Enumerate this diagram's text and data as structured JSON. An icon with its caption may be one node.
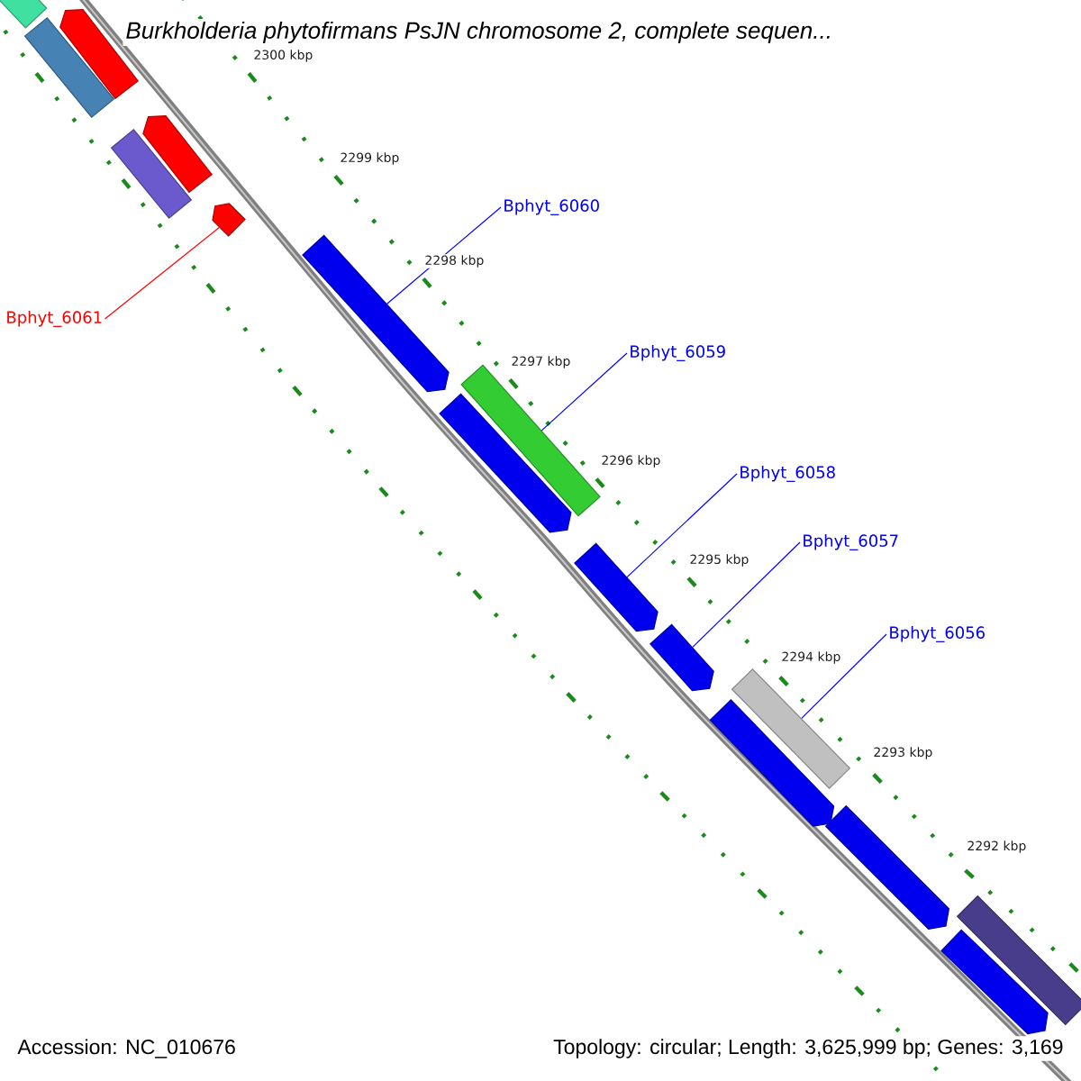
{
  "diagram": {
    "title": "Burkholderia phytofirmans PsJN chromosome 2, complete sequen...",
    "nodes": [
      {
        "text": [
          "Bphyt_6061"
        ]
      },
      {
        "text": [],
        "shape": "arrow"
      },
      {
        "text": [
          "Bphyt_6060"
        ]
      },
      {
        "text": [],
        "shape": "arrow"
      },
      {
        "text": [
          "Bphyt_6059"
        ]
      },
      {
        "text": [],
        "shape": "bar"
      },
      {
        "text": [
          "Bphyt_6058"
        ]
      },
      {
        "text": [],
        "shape": "arrow"
      },
      {
        "text": [
          "Bphyt_6057"
        ]
      },
      {
        "text": [],
        "shape": "arrow"
      },
      {
        "text": [
          "Bphyt_6056"
        ]
      },
      {
        "text": [],
        "shape": "bar"
      },
      {
        "text": [],
        "shape": "bar"
      },
      {
        "text": [],
        "shape": "arrow"
      },
      {
        "text": [],
        "shape": "bar"
      },
      {
        "text": [],
        "shape": "arrow"
      },
      {
        "text": [],
        "shape": "bar"
      },
      {
        "text": [],
        "shape": "arrow"
      },
      {
        "text": [],
        "shape": "arrow"
      },
      {
        "text": [],
        "shape": "arrow"
      },
      {
        "text": [],
        "shape": "bar"
      },
      {
        "text": [],
        "shape": "arrow"
      }
    ],
    "edges": [
      {
        "from": 0,
        "to": 1,
        "arrow": "none",
        "color": "#ff0000"
      },
      {
        "from": 2,
        "to": 3,
        "arrow": "none"
      },
      {
        "from": 4,
        "to": 5,
        "arrow": "none"
      },
      {
        "from": 6,
        "to": 7,
        "arrow": "none"
      },
      {
        "from": 8,
        "to": 9,
        "arrow": "none"
      },
      {
        "from": 10,
        "to": 11,
        "arrow": "none"
      }
    ],
    "labels": [
      "2300 kbp",
      "2299 kbp",
      "2298 kbp",
      "2297 kbp",
      "2296 kbp",
      "2295 kbp",
      "2294 kbp",
      "2293 kbp",
      "2292 kbp",
      "Accession: NC_010676",
      "Topology: circular; Length: 3,625,999 bp; Genes: 3,169"
    ]
  }
}
